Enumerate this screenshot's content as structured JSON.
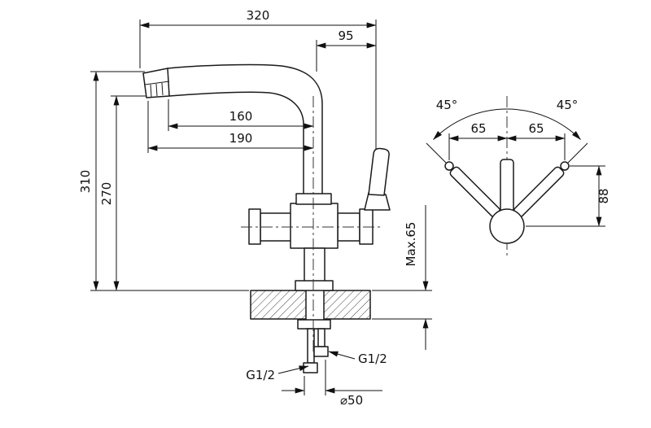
{
  "drawing": {
    "side_view": {
      "dim_width_total": "320",
      "dim_spout_to_handle": "95",
      "dim_spout_reach_inner": "160",
      "dim_spout_reach_outer": "190",
      "dim_height_total": "310",
      "dim_height_spout": "270",
      "dim_deck_thickness": "Max.65",
      "thread_left": "G1/2",
      "thread_right": "G1/2",
      "dim_hole_diameter": "⌀50"
    },
    "top_view": {
      "angle_left": "45°",
      "angle_right": "45°",
      "dim_handle_left": "65",
      "dim_handle_right": "65",
      "dim_depth": "88"
    }
  }
}
